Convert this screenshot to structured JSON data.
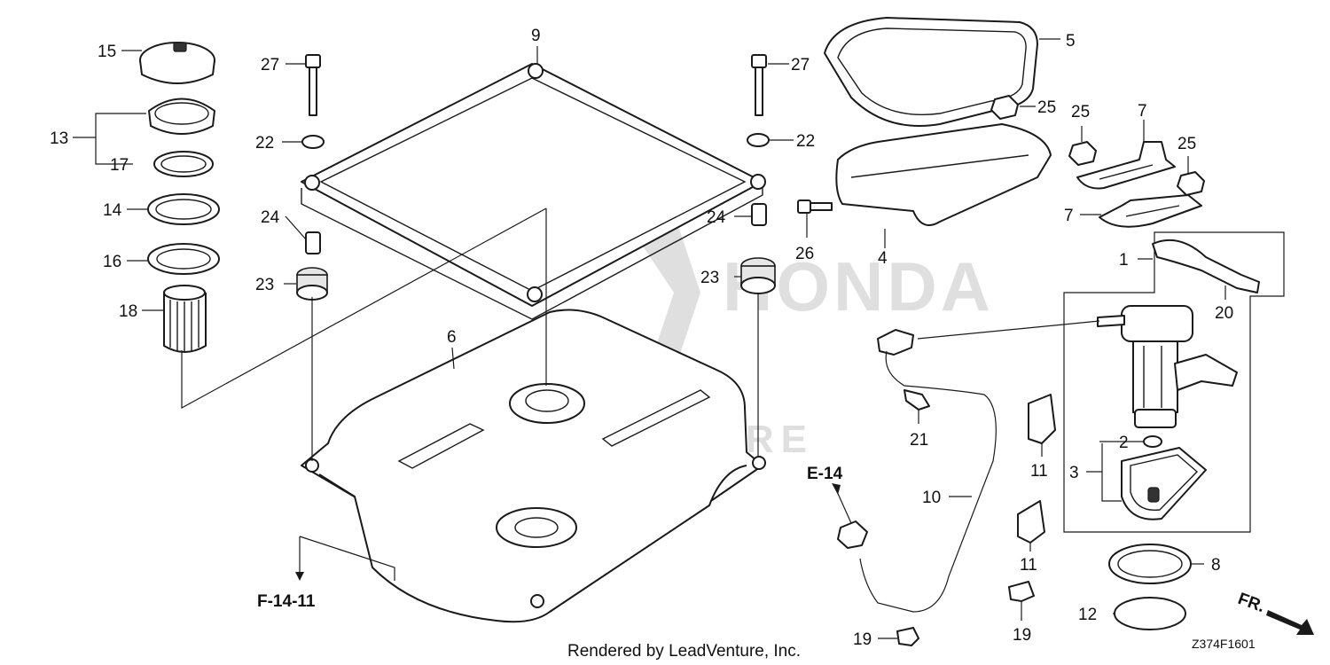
{
  "diagram": {
    "callouts": {
      "n1": "1",
      "n2": "2",
      "n3": "3",
      "n4": "4",
      "n5": "5",
      "n6": "6",
      "n7a": "7",
      "n7b": "7",
      "n8": "8",
      "n9": "9",
      "n10": "10",
      "n11a": "11",
      "n11b": "11",
      "n12": "12",
      "n13": "13",
      "n14": "14",
      "n15": "15",
      "n16": "16",
      "n17": "17",
      "n18": "18",
      "n19a": "19",
      "n19b": "19",
      "n20": "20",
      "n21": "21",
      "n22a": "22",
      "n22b": "22",
      "n23a": "23",
      "n23b": "23",
      "n24a": "24",
      "n24b": "24",
      "n25a": "25",
      "n25b": "25",
      "n25c": "25",
      "n26": "26",
      "n27a": "27",
      "n27b": "27"
    },
    "references": {
      "e14": "E-14",
      "f1411": "F-14-11",
      "fr": "FR."
    },
    "footer": "Rendered by LeadVenture, Inc.",
    "diagram_code": "Z374F1601",
    "watermark": {
      "brand": "HONDA",
      "company": "LEADVENTURE"
    }
  }
}
